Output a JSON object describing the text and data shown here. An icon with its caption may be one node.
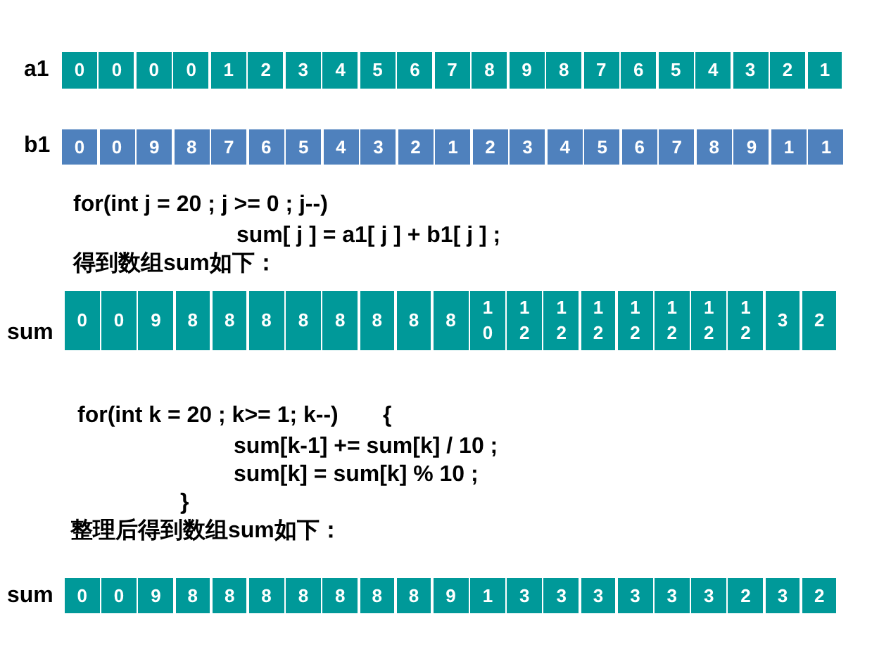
{
  "diagram": {
    "nodes": [
      {
        "text": [
          "0"
        ]
      },
      {
        "text": [
          "0"
        ]
      },
      {
        "text": [
          "0"
        ]
      },
      {
        "text": [
          "0"
        ]
      },
      {
        "text": [
          "1"
        ]
      },
      {
        "text": [
          "2"
        ]
      },
      {
        "text": [
          "3"
        ]
      },
      {
        "text": [
          "4"
        ]
      },
      {
        "text": [
          "5"
        ]
      },
      {
        "text": [
          "6"
        ]
      },
      {
        "text": [
          "7"
        ]
      },
      {
        "text": [
          "8"
        ]
      },
      {
        "text": [
          "9"
        ]
      },
      {
        "text": [
          "8"
        ]
      },
      {
        "text": [
          "7"
        ]
      },
      {
        "text": [
          "6"
        ]
      },
      {
        "text": [
          "5"
        ]
      },
      {
        "text": [
          "4"
        ]
      },
      {
        "text": [
          "3"
        ]
      },
      {
        "text": [
          "2"
        ]
      },
      {
        "text": [
          "1"
        ]
      },
      {
        "text": [
          "0"
        ]
      },
      {
        "text": [
          "0"
        ]
      },
      {
        "text": [
          "9"
        ]
      },
      {
        "text": [
          "8"
        ]
      },
      {
        "text": [
          "7"
        ]
      },
      {
        "text": [
          "6"
        ]
      },
      {
        "text": [
          "5"
        ]
      },
      {
        "text": [
          "4"
        ]
      },
      {
        "text": [
          "3"
        ]
      },
      {
        "text": [
          "2"
        ]
      },
      {
        "text": [
          "1"
        ]
      },
      {
        "text": [
          "2"
        ]
      },
      {
        "text": [
          "3"
        ]
      },
      {
        "text": [
          "4"
        ]
      },
      {
        "text": [
          "5"
        ]
      },
      {
        "text": [
          "6"
        ]
      },
      {
        "text": [
          "7"
        ]
      },
      {
        "text": [
          "8"
        ]
      },
      {
        "text": [
          "9"
        ]
      },
      {
        "text": [
          "1"
        ]
      },
      {
        "text": [
          "1"
        ]
      },
      {
        "text": [
          "0"
        ]
      },
      {
        "text": [
          "0"
        ]
      },
      {
        "text": [
          "9"
        ]
      },
      {
        "text": [
          "8"
        ]
      },
      {
        "text": [
          "8"
        ]
      },
      {
        "text": [
          "8"
        ]
      },
      {
        "text": [
          "8"
        ]
      },
      {
        "text": [
          "8"
        ]
      },
      {
        "text": [
          "8"
        ]
      },
      {
        "text": [
          "8"
        ]
      },
      {
        "text": [
          "8"
        ]
      },
      {
        "text": [
          "10"
        ]
      },
      {
        "text": [
          "12"
        ]
      },
      {
        "text": [
          "12"
        ]
      },
      {
        "text": [
          "12"
        ]
      },
      {
        "text": [
          "12"
        ]
      },
      {
        "text": [
          "12"
        ]
      },
      {
        "text": [
          "12"
        ]
      },
      {
        "text": [
          "12"
        ]
      },
      {
        "text": [
          "3"
        ]
      },
      {
        "text": [
          "2"
        ]
      },
      {
        "text": [
          "0"
        ]
      },
      {
        "text": [
          "0"
        ]
      },
      {
        "text": [
          "9"
        ]
      },
      {
        "text": [
          "8"
        ]
      },
      {
        "text": [
          "8"
        ]
      },
      {
        "text": [
          "8"
        ]
      },
      {
        "text": [
          "8"
        ]
      },
      {
        "text": [
          "8"
        ]
      },
      {
        "text": [
          "8"
        ]
      },
      {
        "text": [
          "8"
        ]
      },
      {
        "text": [
          "9"
        ]
      },
      {
        "text": [
          "1"
        ]
      },
      {
        "text": [
          "3"
        ]
      },
      {
        "text": [
          "3"
        ]
      },
      {
        "text": [
          "3"
        ]
      },
      {
        "text": [
          "3"
        ]
      },
      {
        "text": [
          "3"
        ]
      },
      {
        "text": [
          "3"
        ]
      },
      {
        "text": [
          "2"
        ]
      },
      {
        "text": [
          "3"
        ]
      },
      {
        "text": [
          "2"
        ]
      }
    ],
    "labels": [
      "a1",
      "b1",
      "for(int j = 20 ; j >= 0 ; j--)",
      "sum[ j ] = a1[ j ] + b1[ j ] ;",
      "得到数组sum如下：",
      "sum",
      "for(int k = 20 ; k>= 1; k--)",
      "{",
      "sum[k-1] += sum[k] / 10 ;",
      "sum[k] = sum[k] % 10 ;",
      "}",
      "整理后得到数组sum如下：",
      "sum"
    ]
  }
}
